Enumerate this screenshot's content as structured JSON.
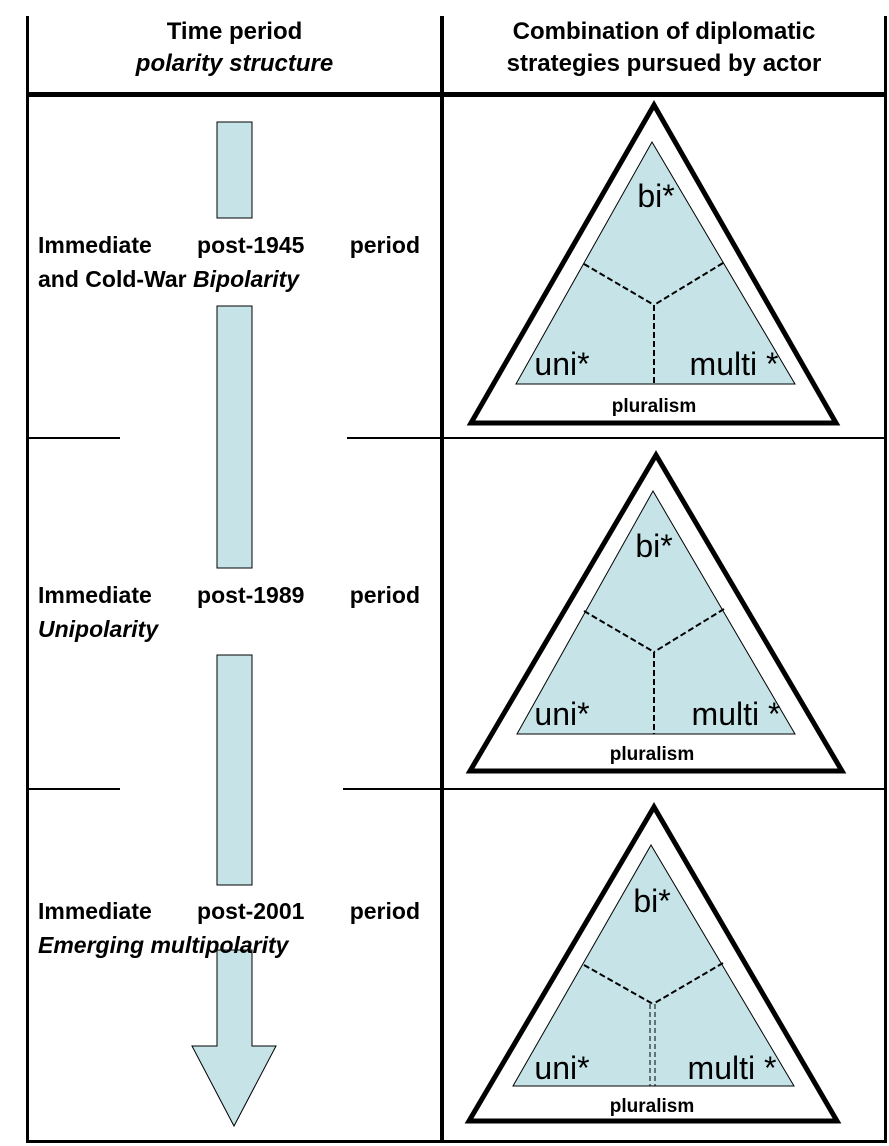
{
  "header": {
    "left_title": "Time period",
    "left_subtitle": "polarity structure",
    "right_line1": "Combination of diplomatic",
    "right_line2": "strategies pursued by actor"
  },
  "rows": [
    {
      "period_line1": "Immediate  post-1945  period",
      "period_line2_prefix": "and Cold-War ",
      "period_line2_italic": "Bipolarity",
      "triangle": {
        "top": "bi*",
        "left": "uni*",
        "right": "multi *",
        "base": "pluralism"
      }
    },
    {
      "period_line1": "Immediate  post-1989  period",
      "period_line2_prefix": "",
      "period_line2_italic": "Unipolarity",
      "triangle": {
        "top": "bi*",
        "left": "uni*",
        "right": "multi *",
        "base": "pluralism"
      }
    },
    {
      "period_line1": "Immediate  post-2001  period",
      "period_line2_prefix": "",
      "period_line2_italic": "Emerging  multipolarity",
      "triangle": {
        "top": "bi*",
        "left": "uni*",
        "right": "multi *",
        "base": "pluralism"
      }
    }
  ],
  "colors": {
    "fill": "#c6e4e8",
    "line": "#000000"
  }
}
